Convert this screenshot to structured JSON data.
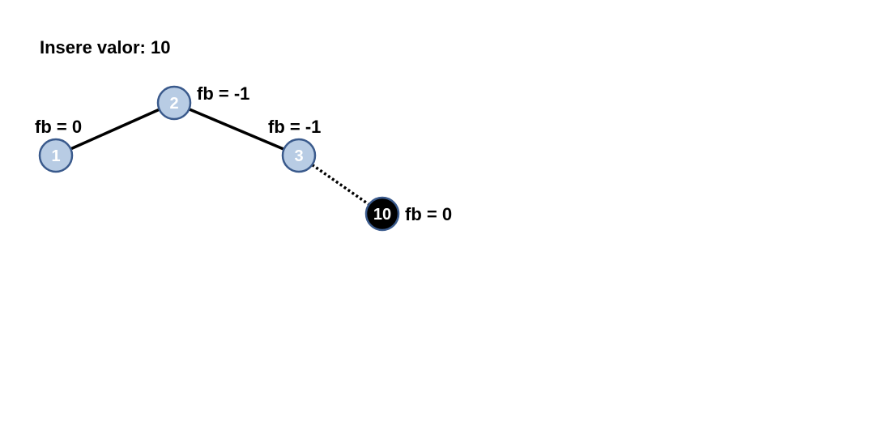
{
  "title": "Insere valor: 10",
  "colors": {
    "node_fill": "#b8cce4",
    "node_stroke": "#3a5a8c",
    "node_text": "#ffffff",
    "new_node_fill": "#000000",
    "new_node_stroke": "#3a5a8c",
    "new_node_text": "#ffffff",
    "edge": "#000000",
    "label": "#000000"
  },
  "nodes": [
    {
      "id": "n1",
      "label": "1",
      "fb_label": "fb = 0",
      "is_new": false
    },
    {
      "id": "n2",
      "label": "2",
      "fb_label": "fb = -1",
      "is_new": false
    },
    {
      "id": "n3",
      "label": "3",
      "fb_label": "fb = -1",
      "is_new": false
    },
    {
      "id": "n10",
      "label": "10",
      "fb_label": "fb = 0",
      "is_new": true
    }
  ],
  "edges": [
    {
      "from": "n2",
      "to": "n1",
      "style": "solid"
    },
    {
      "from": "n2",
      "to": "n3",
      "style": "solid"
    },
    {
      "from": "n3",
      "to": "n10",
      "style": "dotted"
    }
  ]
}
